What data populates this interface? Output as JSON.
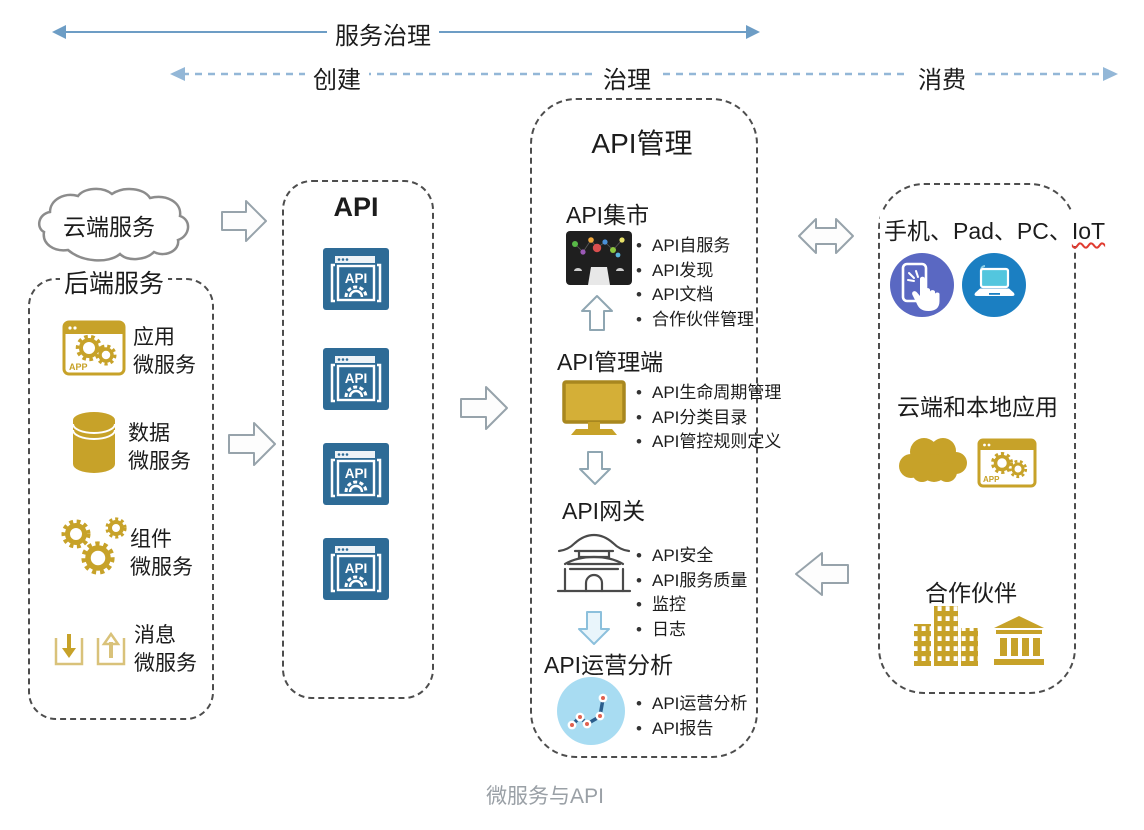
{
  "top": {
    "governance_label": "服务治理",
    "phases": [
      {
        "label": "创建"
      },
      {
        "label": "治理"
      },
      {
        "label": "消费"
      }
    ]
  },
  "left": {
    "cloud_label": "云端服务",
    "backend": {
      "title": "后端服务",
      "items": [
        {
          "icon": "app-microservice-icon",
          "line1": "应用",
          "line2": "微服务"
        },
        {
          "icon": "database-icon",
          "line1": "数据",
          "line2": "微服务"
        },
        {
          "icon": "gears-icon",
          "line1": "组件",
          "line2": "微服务"
        },
        {
          "icon": "message-queue-icon",
          "line1": "消息",
          "line2": "微服务"
        }
      ]
    }
  },
  "api_column": {
    "title": "API",
    "tile_text": "API",
    "tile_count": 4
  },
  "mgmt": {
    "title": "API管理",
    "sections": [
      {
        "heading": "API集市",
        "icon": "marketplace-icon",
        "bullets": [
          "API自服务",
          "API发现",
          "API文档",
          "合作伙伴管理"
        ]
      },
      {
        "heading": "API管理端",
        "icon": "monitor-icon",
        "bullets": [
          "API生命周期管理",
          "API分类目录",
          "API管控规则定义"
        ]
      },
      {
        "heading": "API网关",
        "icon": "gateway-icon",
        "bullets": [
          "API安全",
          "API服务质量",
          "监控",
          "日志"
        ]
      },
      {
        "heading": "API运营分析",
        "icon": "analytics-icon",
        "bullets": [
          "API运营分析",
          "API报告"
        ]
      }
    ]
  },
  "consumer": {
    "devices_prefix": "手机、Pad、PC、",
    "devices_iot": "IoT",
    "apps_label": "云端和本地应用",
    "partners_label": "合作伙伴"
  },
  "icons": {
    "app_text": "APP"
  },
  "caption": "微服务与API",
  "colors": {
    "gold": "#C7A229",
    "gold_light": "#D9C27A",
    "api_blue": "#2E6B96",
    "solid_arrow_blue": "#6D9DC5",
    "dashed_arrow_blue": "#93B7D7",
    "phone_circle": "#5A68C2",
    "laptop_circle": "#1B7FC2",
    "analytics_bg": "#A8DCF2",
    "caption_gray": "#9AA0A6",
    "iot_underline_red": "#E03C31"
  }
}
